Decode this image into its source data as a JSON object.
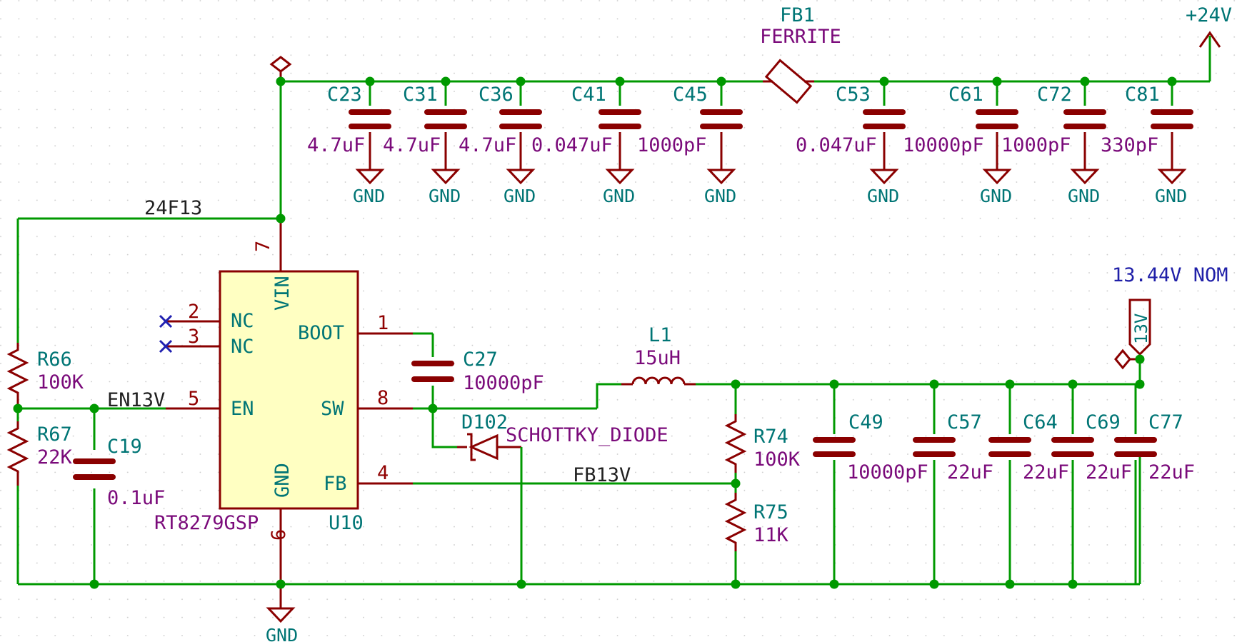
{
  "supply": {
    "rail": "+24V"
  },
  "ferrite": {
    "ref": "FB1",
    "value": "FERRITE"
  },
  "input_caps": [
    {
      "ref": "C23",
      "value": "4.7uF",
      "gnd": "GND"
    },
    {
      "ref": "C31",
      "value": "4.7uF",
      "gnd": "GND"
    },
    {
      "ref": "C36",
      "value": "4.7uF",
      "gnd": "GND"
    },
    {
      "ref": "C41",
      "value": "0.047uF",
      "gnd": "GND"
    },
    {
      "ref": "C45",
      "value": "1000pF",
      "gnd": "GND"
    },
    {
      "ref": "C53",
      "value": "0.047uF",
      "gnd": "GND"
    },
    {
      "ref": "C61",
      "value": "10000pF",
      "gnd": "GND"
    },
    {
      "ref": "C72",
      "value": "1000pF",
      "gnd": "GND"
    },
    {
      "ref": "C81",
      "value": "330pF",
      "gnd": "GND"
    }
  ],
  "nets": {
    "vin": "24F13",
    "en": "EN13V",
    "fb": "FB13V",
    "out": "13V"
  },
  "note": "13.44V NOM",
  "ic": {
    "ref": "U10",
    "part": "RT8279GSP",
    "pins": {
      "vin": {
        "name": "VIN",
        "num": "7"
      },
      "nc2": {
        "name": "NC",
        "num": "2"
      },
      "nc3": {
        "name": "NC",
        "num": "3"
      },
      "en": {
        "name": "EN",
        "num": "5"
      },
      "boot": {
        "name": "BOOT",
        "num": "1"
      },
      "sw": {
        "name": "SW",
        "num": "8"
      },
      "fb": {
        "name": "FB",
        "num": "4"
      },
      "gnd": {
        "name": "GND",
        "num": "6"
      }
    }
  },
  "resistors": {
    "r66": {
      "ref": "R66",
      "value": "100K"
    },
    "r67": {
      "ref": "R67",
      "value": "22K"
    },
    "r74": {
      "ref": "R74",
      "value": "100K"
    },
    "r75": {
      "ref": "R75",
      "value": "11K"
    }
  },
  "caps": {
    "c19": {
      "ref": "C19",
      "value": "0.1uF"
    },
    "c27": {
      "ref": "C27",
      "value": "10000pF"
    }
  },
  "inductor": {
    "ref": "L1",
    "value": "15uH"
  },
  "diode": {
    "ref": "D102",
    "value": "SCHOTTKY_DIODE"
  },
  "output_caps": [
    {
      "ref": "C49",
      "value": "10000pF"
    },
    {
      "ref": "C57",
      "value": "22uF"
    },
    {
      "ref": "C64",
      "value": "22uF"
    },
    {
      "ref": "C69",
      "value": "22uF"
    },
    {
      "ref": "C77",
      "value": "22uF"
    }
  ],
  "ground": {
    "label": "GND"
  },
  "colors": {
    "wire": "#009900",
    "component": "#8a0000",
    "ref_text": "#007575",
    "value_text": "#7a0a7a",
    "ic_fill": "#ffffc2",
    "note_text": "#1f1fa8"
  }
}
